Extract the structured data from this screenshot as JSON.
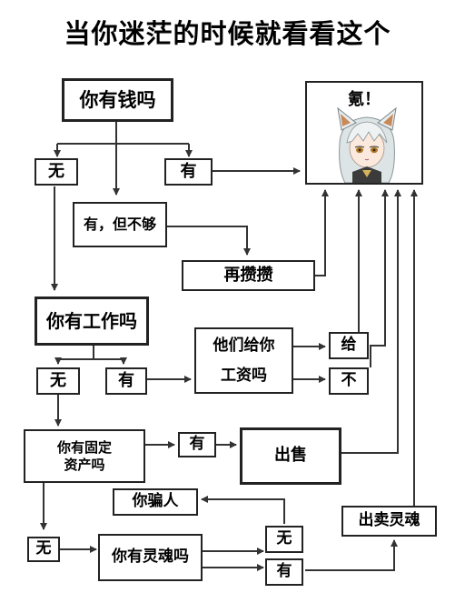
{
  "title": "当你迷茫的时候就看看这个",
  "avatar": {
    "caption": "氪！",
    "icon": "catgirl-avatar-icon"
  },
  "nodes": {
    "money": "你有钱吗",
    "no1": "无",
    "yes1": "有",
    "not_enough": "有，但不够",
    "save_more": "再攒攒",
    "job": "你有工作吗",
    "no2": "无",
    "yes2": "有",
    "pay_question_line1": "他们给你",
    "pay_question_line2": "工资吗",
    "give": "给",
    "not_give": "不",
    "assets_line1": "你有固定",
    "assets_line2": "资产吗",
    "yes3": "有",
    "sell": "出售",
    "no3": "无",
    "soul": "你有灵魂吗",
    "liar": "你骗人",
    "no4": "无",
    "yes4": "有",
    "sell_soul": "出卖灵魂"
  }
}
